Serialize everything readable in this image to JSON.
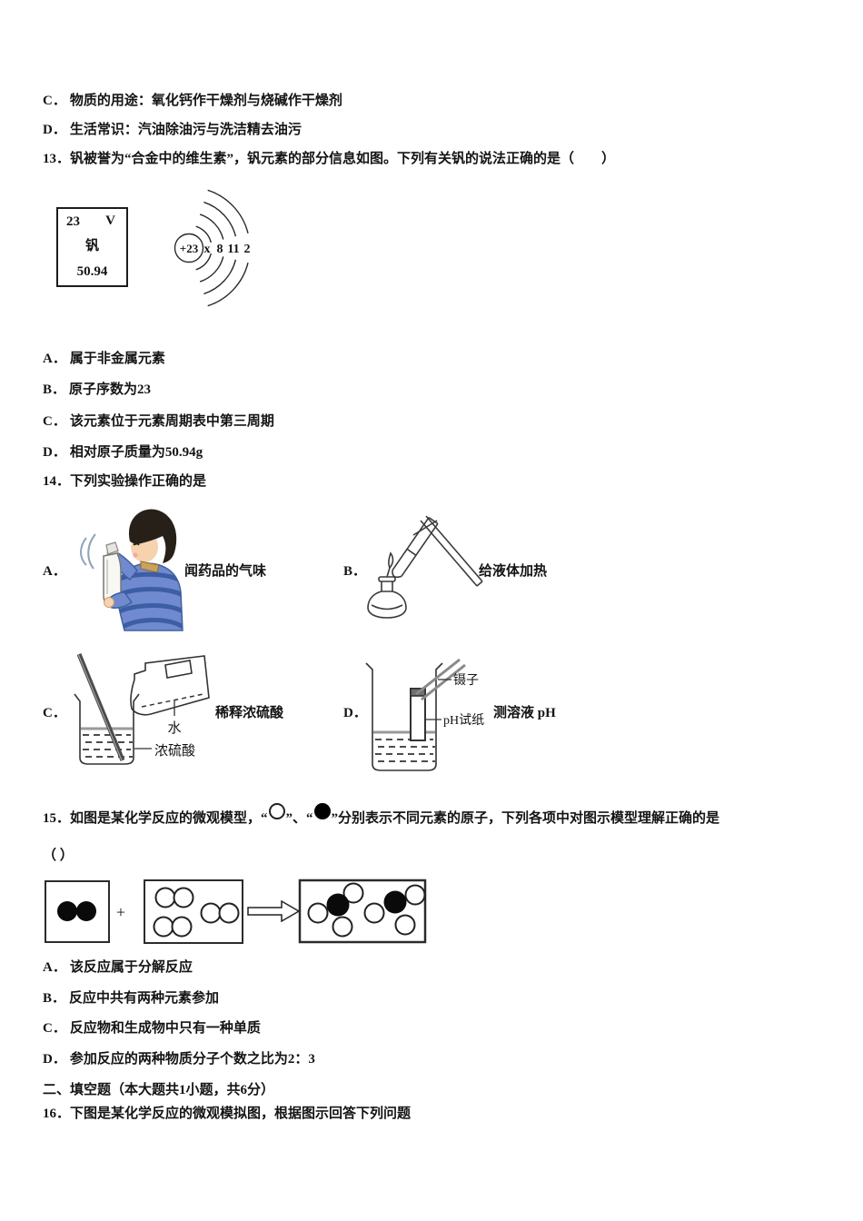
{
  "q12": {
    "options": [
      {
        "label": "C．",
        "text": "物质的用途：氧化钙作干燥剂与烧碱作干燥剂"
      },
      {
        "label": "D．",
        "text": "生活常识：汽油除油污与洗洁精去油污"
      }
    ]
  },
  "q13": {
    "stem": "13．钒被誉为“合金中的维生素”，钒元素的部分信息如图。下列有关钒的说法正确的是（　　）",
    "element_box": {
      "atomic_number": "23",
      "symbol": "V",
      "name": "钒",
      "relative_mass": "50.94"
    },
    "atom_diagram": {
      "nucleus_charge": "+23",
      "shell_electrons": [
        "x",
        "8",
        "11",
        "2"
      ]
    },
    "options": [
      {
        "label": "A．",
        "text": "属于非金属元素"
      },
      {
        "label": "B．",
        "text": "原子序数为23"
      },
      {
        "label": "C．",
        "text": "该元素位于元素周期表中第三周期"
      },
      {
        "label": "D．",
        "text": "相对原子质量为50.94g"
      }
    ]
  },
  "q14": {
    "stem": "14．下列实验操作正确的是",
    "options": [
      {
        "label": "A．",
        "caption": "闻药品的气味"
      },
      {
        "label": "B．",
        "caption": "给液体加热"
      },
      {
        "label": "C．",
        "caption": "稀释浓硫酸",
        "water_label": "水",
        "acid_label": "浓硫酸"
      },
      {
        "label": "D．",
        "caption": "测溶液 pH",
        "tweezers_label": "镊子",
        "paper_label": "pH试纸"
      }
    ]
  },
  "q15": {
    "stem_part1": "15．如图是某化学反应的微观模型，“",
    "stem_part2": "”、“",
    "stem_part3": "”分别表示不同元素的原子，下列各项中对图示模型理解正确的是",
    "paren": "（ ）",
    "model": {
      "plus": "+"
    },
    "options": [
      {
        "label": "A．",
        "text": "该反应属于分解反应"
      },
      {
        "label": "B．",
        "text": "反应中共有两种元素参加"
      },
      {
        "label": "C．",
        "text": "反应物和生成物中只有一种单质"
      },
      {
        "label": "D．",
        "text": "参加反应的两种物质分子个数之比为2：3"
      }
    ]
  },
  "section2": {
    "heading": "二、填空题（本大题共1小题，共6分）"
  },
  "q16": {
    "stem": "16．下图是某化学反应的微观模拟图，根据图示回答下列问题"
  }
}
